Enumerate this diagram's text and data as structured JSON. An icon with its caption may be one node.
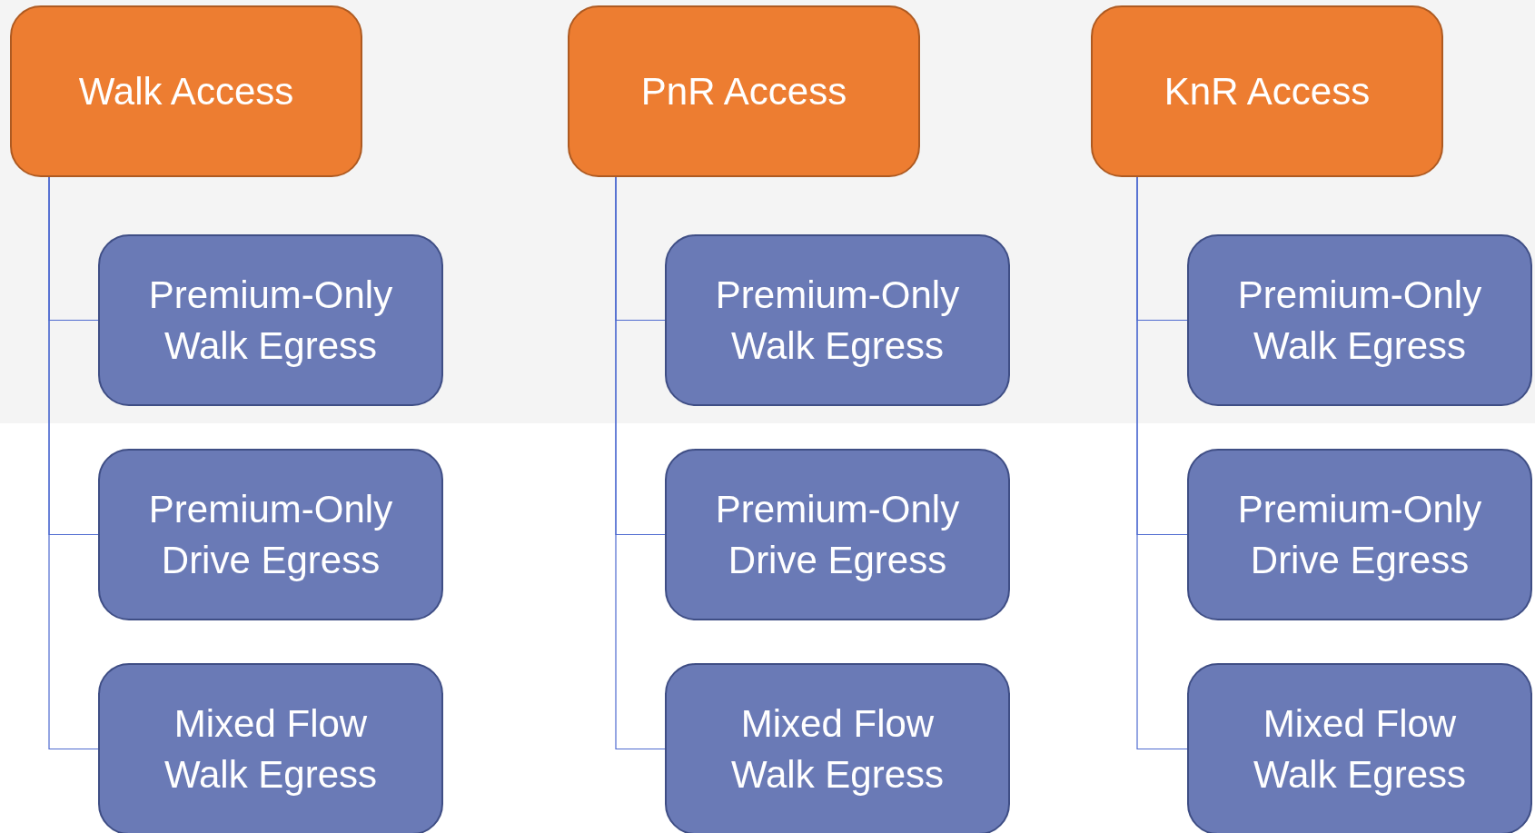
{
  "diagram": {
    "nodes": [
      {
        "text": [
          "Walk Access"
        ]
      },
      {
        "text": [
          "Premium-Only Walk Egress"
        ]
      },
      {
        "text": [
          "Premium-Only Drive Egress"
        ]
      },
      {
        "text": [
          "Mixed Flow Walk Egress"
        ]
      },
      {
        "text": [
          "PnR Access"
        ]
      },
      {
        "text": [
          "Premium-Only Walk Egress"
        ]
      },
      {
        "text": [
          "Premium-Only Drive Egress"
        ]
      },
      {
        "text": [
          "Mixed Flow Walk Egress"
        ]
      },
      {
        "text": [
          "KnR Access"
        ]
      },
      {
        "text": [
          "Premium-Only Walk Egress"
        ]
      },
      {
        "text": [
          "Premium-Only Drive Egress"
        ]
      },
      {
        "text": [
          "Mixed Flow Walk Egress"
        ]
      }
    ],
    "edges": [
      {
        "from": 0,
        "to": 1,
        "arrow": "none"
      },
      {
        "from": 0,
        "to": 2,
        "arrow": "none"
      },
      {
        "from": 0,
        "to": 3,
        "arrow": "none"
      },
      {
        "from": 4,
        "to": 5,
        "arrow": "none"
      },
      {
        "from": 4,
        "to": 6,
        "arrow": "none"
      },
      {
        "from": 4,
        "to": 7,
        "arrow": "none"
      },
      {
        "from": 8,
        "to": 9,
        "arrow": "none"
      },
      {
        "from": 8,
        "to": 10,
        "arrow": "none"
      },
      {
        "from": 8,
        "to": 11,
        "arrow": "none"
      }
    ]
  }
}
